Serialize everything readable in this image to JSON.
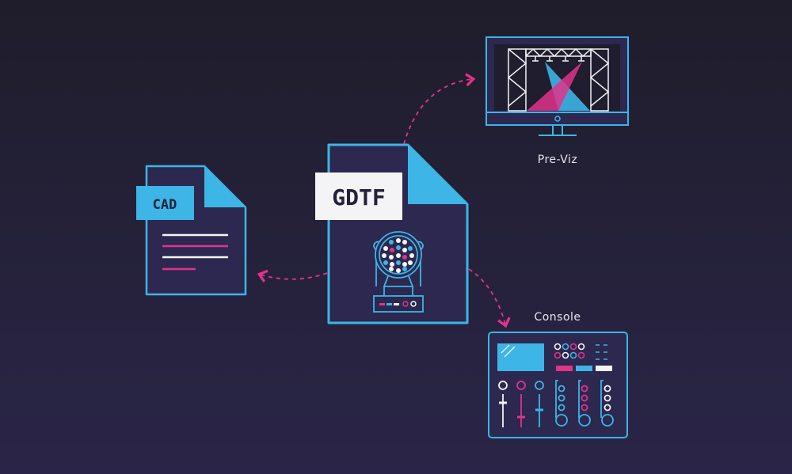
{
  "nodes": {
    "cad": {
      "label": "CAD"
    },
    "gdtf": {
      "label": "GDTF"
    },
    "previz": {
      "label": "Pre-Viz"
    },
    "console": {
      "label": "Console"
    }
  },
  "colors": {
    "background": "#24213a",
    "blue": "#3db5e6",
    "pink": "#e2338b",
    "white": "#f4f4f6",
    "panel": "#2c2850"
  }
}
